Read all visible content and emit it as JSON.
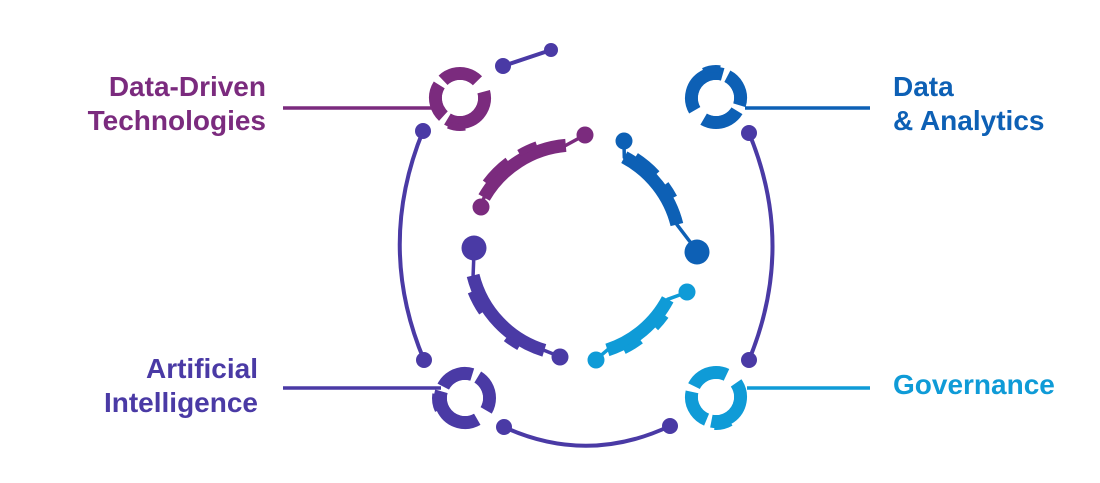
{
  "colors": {
    "purple": "#7B2B7E",
    "blue": "#0D60B5",
    "violet": "#4A3AA5",
    "lightblue": "#0F9BD7",
    "background": "#FFFFFF",
    "node_center": "#FFFFFF"
  },
  "diagram": {
    "labels": {
      "data_driven_technologies": {
        "line1": "Data-Driven",
        "line2": "Technologies"
      },
      "data_analytics": {
        "line1": "Data",
        "line2": "& Analytics"
      },
      "artificial_intelligence": {
        "line1": "Artificial",
        "line2": "Intelligence"
      },
      "governance": {
        "line1": "Governance"
      }
    }
  }
}
